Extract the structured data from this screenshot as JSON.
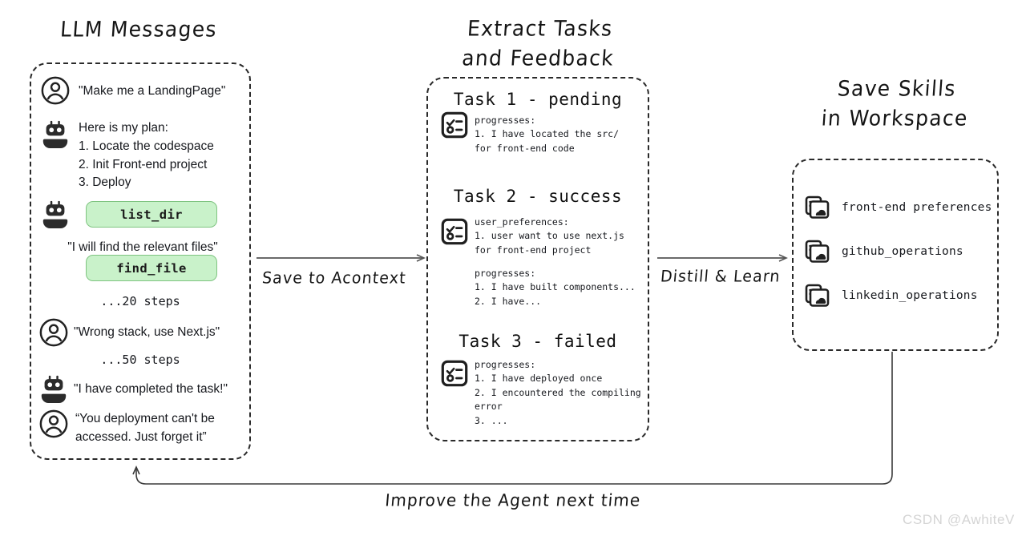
{
  "sections": {
    "left": {
      "title": "LLM Messages"
    },
    "middle": {
      "title": "Extract Tasks\nand Feedback"
    },
    "right": {
      "title": "Save Skills\nin Workspace"
    }
  },
  "arrows": {
    "save": "Save to Acontext",
    "distill": "Distill & Learn",
    "loop": "Improve the Agent next time"
  },
  "conversation": [
    {
      "role": "user",
      "icon": "user-avatar-icon",
      "text": "\"Make me a LandingPage\""
    },
    {
      "role": "agent",
      "icon": "robot-avatar-icon",
      "text": "Here is my plan:\n1. Locate the codespace\n2. Init Front-end project\n3. Deploy"
    },
    {
      "role": "agent",
      "icon": "robot-avatar-icon",
      "tool": "list_dir"
    },
    {
      "role": "agent",
      "text": "\"I will find the relevant files\""
    },
    {
      "role": "agent",
      "tool": "find_file"
    },
    {
      "role": "system",
      "text": "...20 steps"
    },
    {
      "role": "user",
      "icon": "user-avatar-icon",
      "text": "\"Wrong stack, use Next.js\""
    },
    {
      "role": "system",
      "text": "...50 steps"
    },
    {
      "role": "agent",
      "icon": "robot-avatar-icon",
      "text": "\"I have completed the task!\""
    },
    {
      "role": "user",
      "icon": "user-avatar-icon",
      "text": "“You deployment can't be\naccessed. Just forget it”"
    }
  ],
  "conversation_items": {
    "msg1": "\"Make me a LandingPage\"",
    "msg2": "Here is my plan:\n1. Locate the codespace\n2. Init Front-end project\n3. Deploy",
    "tool1": "list_dir",
    "msg3": "\"I will find the relevant files\"",
    "tool2": "find_file",
    "steps1": "...20 steps",
    "msg4": "\"Wrong stack, use Next.js\"",
    "steps2": "...50 steps",
    "msg5": "\"I have completed the task!\"",
    "msg6": "“You deployment can't be\naccessed. Just forget it”"
  },
  "tasks": [
    {
      "title": "Task 1 - pending",
      "status": "pending",
      "body": "progresses:\n1. I have located the src/\nfor front-end code"
    },
    {
      "title": "Task 2 - success",
      "status": "success",
      "body": "user_preferences:\n1. user want to use next.js\nfor front-end project",
      "body2": "progresses:\n1. I have built components...\n2. I have..."
    },
    {
      "title": "Task 3 - failed",
      "status": "failed",
      "body": "progresses:\n1. I have deployed once\n2. I encountered the compiling\nerror\n3. ..."
    }
  ],
  "skills": [
    {
      "label": "front-end preferences",
      "icon": "skill-cloud-icon"
    },
    {
      "label": "github_operations",
      "icon": "skill-cloud-icon"
    },
    {
      "label": "linkedin_operations",
      "icon": "skill-cloud-icon"
    }
  ],
  "watermark": "CSDN @AwhiteV",
  "colors": {
    "background": "#ffffff",
    "ink": "#1d1d1d",
    "pill_fill": "#c9f2ca",
    "pill_border": "#7fc481",
    "watermark": "#d4d4d4"
  }
}
